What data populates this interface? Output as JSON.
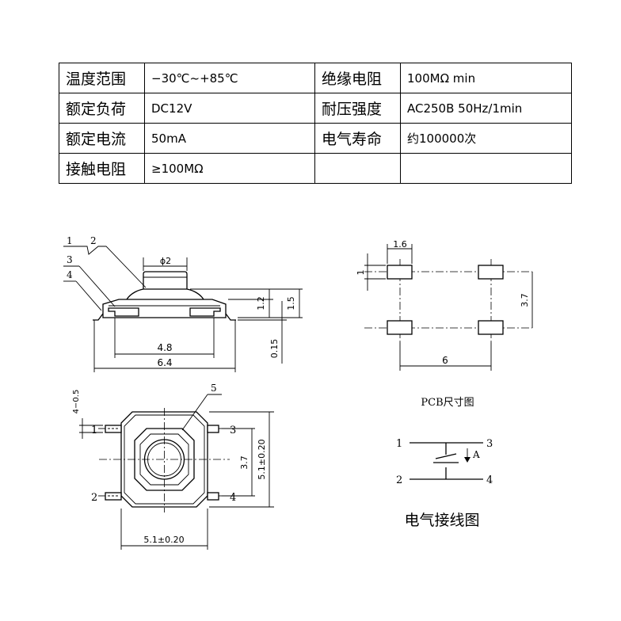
{
  "spec_table": [
    [
      {
        "label": "温度范围"
      },
      {
        "value": "−30℃~+85℃"
      },
      {
        "label": "绝缘电阻"
      },
      {
        "value": "100MΩ min"
      }
    ],
    [
      {
        "label": "额定负荷"
      },
      {
        "value": "DC12V"
      },
      {
        "label": "耐压强度"
      },
      {
        "value": "AC250B 50Hz/1min"
      }
    ],
    [
      {
        "label": "额定电流"
      },
      {
        "value": "50mA"
      },
      {
        "label": "电气寿命"
      },
      {
        "value": "约100000次"
      }
    ],
    [
      {
        "label": "接触电阻"
      },
      {
        "value": "≥100MΩ"
      },
      {
        "label": ""
      },
      {
        "value": ""
      }
    ]
  ],
  "side_view": {
    "callouts": [
      "1",
      "2",
      "3",
      "4"
    ],
    "dim_diameter": "ϕ2",
    "dim_height_1": "1.2",
    "dim_height_2": "1.5",
    "dim_lead_thickness": "0.15",
    "dim_body_width": "4.8",
    "dim_total_width": "6.4"
  },
  "top_view": {
    "callout": "5",
    "pins": [
      "1",
      "2",
      "3",
      "4"
    ],
    "dim_pin_offset": "4−0.5",
    "dim_pin_pitch": "3.7",
    "dim_body_height": "5.1±0.20",
    "dim_body_width": "5.1±0.20"
  },
  "pcb": {
    "dim_pad_width": "1.6",
    "dim_pad_height": "1",
    "dim_row_pitch": "3.7",
    "dim_col_pitch": "6",
    "caption": "PCB尺寸图"
  },
  "schematic": {
    "pins": [
      "1",
      "2",
      "3",
      "4"
    ],
    "actuator_label": "A",
    "caption": "电气接线图"
  }
}
